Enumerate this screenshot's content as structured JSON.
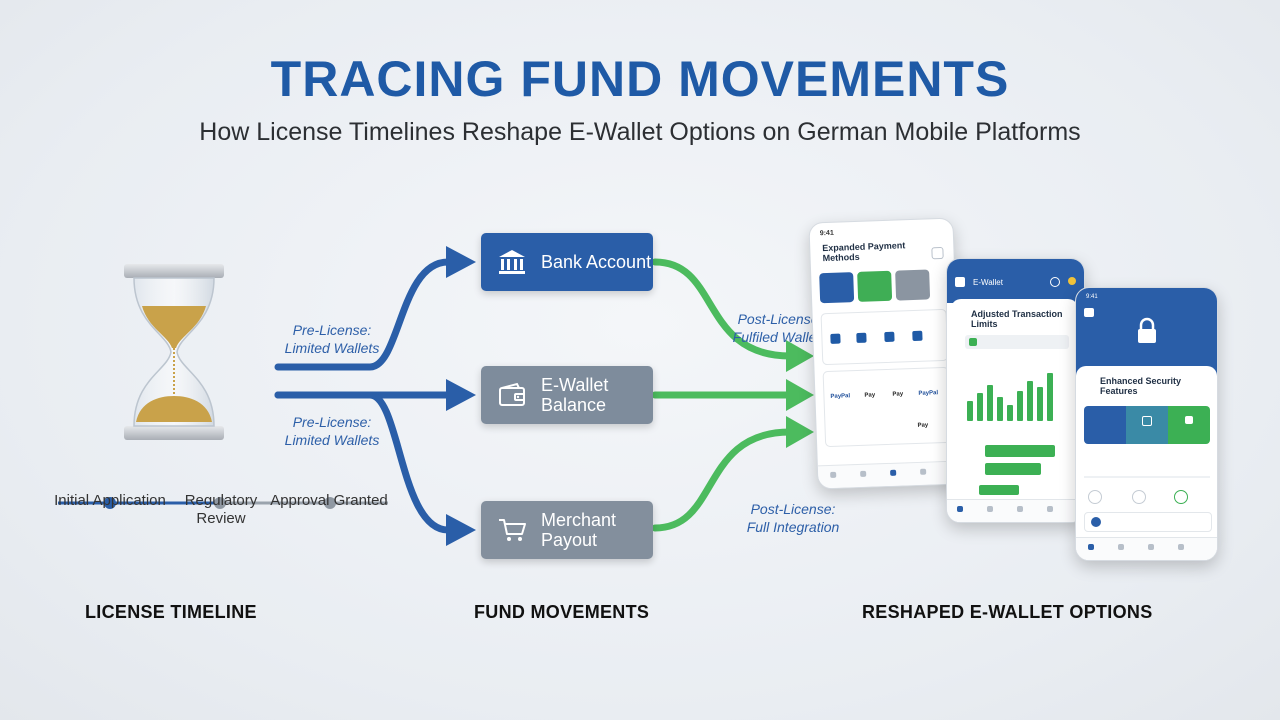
{
  "header": {
    "title": "TRACING FUND MOVEMENTS",
    "subtitle": "How License Timelines Reshape E-Wallet Options on German Mobile Platforms"
  },
  "timeline": {
    "milestones": [
      "Initial Application",
      "Regulatory Review",
      "Approval Granted"
    ]
  },
  "flow_labels": {
    "pre_license_1": "Pre-License: Limited Wallets",
    "pre_license_2": "Pre-License: Limited Wallets",
    "post_license_1": "Post-License: Fulfiled Wallets",
    "post_license_2": "Post-License: Full Integration"
  },
  "fund_boxes": {
    "bank": "Bank Account",
    "ewallet": "E-Wallet Balance",
    "merchant": "Merchant Payout"
  },
  "phones": {
    "phone1": {
      "status": "9:41",
      "title": "Expanded Payment Methods",
      "brand_labels": [
        "PayPal",
        "Pay",
        "Pay",
        "PayPal",
        "Pay"
      ]
    },
    "phone2": {
      "header": "E-Wallet",
      "title": "Adjusted Transaction Limits"
    },
    "phone3": {
      "status": "9:41",
      "title": "Enhanced Security Features"
    }
  },
  "sections": {
    "left": "LICENSE TIMELINE",
    "middle": "FUND MOVEMENTS",
    "right": "RESHAPED E-WALLET OPTIONS"
  },
  "colors": {
    "title_blue": "#1f5aa6",
    "flow_blue": "#2a5ea8",
    "flow_green": "#4cbb5e",
    "box_gray": "#7e8c9c"
  }
}
